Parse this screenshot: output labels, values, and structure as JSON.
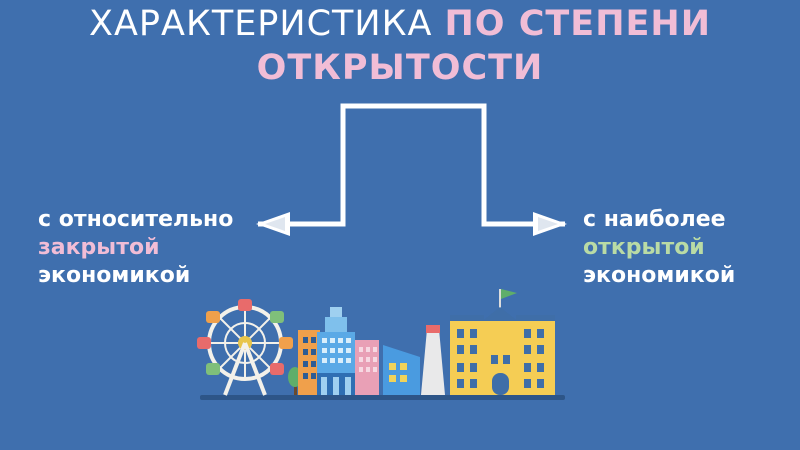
{
  "title": {
    "line1_prefix": "ХАРАКТЕРИСТИКА ",
    "line1_highlight": "ПО СТЕПЕНИ",
    "line2": "ОТКРЫТОСТИ"
  },
  "left_label": {
    "line1": "с относительно",
    "line2": "закрытой",
    "line3": "экономикой"
  },
  "right_label": {
    "line1": "с наиболее",
    "line2": "открытой",
    "line3": "экономикой"
  },
  "colors": {
    "background": "#3f6fae",
    "highlight_pink": "#f1bdd6",
    "highlight_green": "#b9dba5",
    "connector": "#ffffff"
  },
  "icons": {
    "left_arrow": "left-triangle-arrow-icon",
    "right_arrow": "right-triangle-arrow-icon",
    "city": "city-illustration-icon"
  }
}
